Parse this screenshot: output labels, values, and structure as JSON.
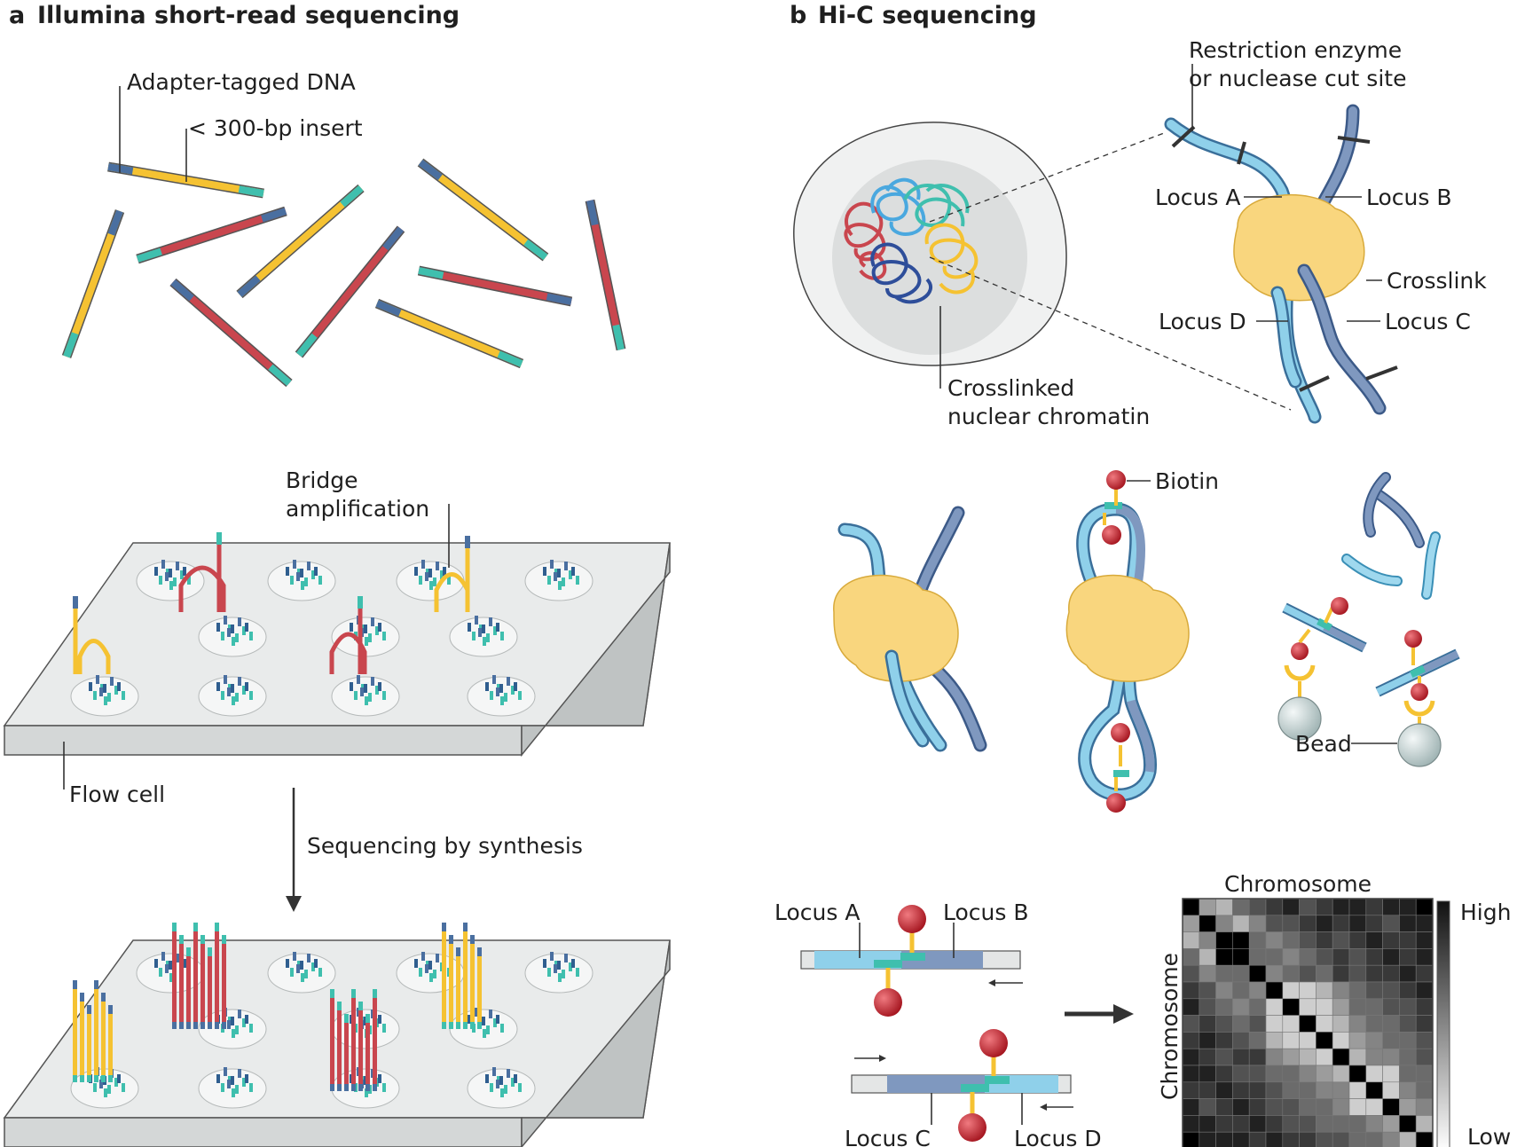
{
  "panel_a": {
    "letter": "a",
    "title": "Illumina short-read sequencing",
    "labels": {
      "adapter": "Adapter-tagged DNA",
      "insert": "< 300-bp insert",
      "bridge_1": "Bridge",
      "bridge_2": "amplification",
      "flow_cell": "Flow cell",
      "sbs": "Sequencing by synthesis"
    }
  },
  "panel_b": {
    "letter": "b",
    "title": "Hi-C sequencing",
    "labels": {
      "restriction_1": "Restriction enzyme",
      "restriction_2": "or nuclease cut site",
      "locus_a": "Locus A",
      "locus_b": "Locus B",
      "locus_c": "Locus C",
      "locus_d": "Locus D",
      "crosslink": "Crosslink",
      "chromatin_1": "Crosslinked",
      "chromatin_2": "nuclear chromatin",
      "biotin": "Biotin",
      "bead": "Bead",
      "chromosome": "Chromosome",
      "high": "High",
      "low": "Low"
    }
  },
  "colors": {
    "adapter_blue": "#4a6fa0",
    "adapter_teal": "#3fbfae",
    "insert_yellow": "#f5c232",
    "insert_red": "#c9464e",
    "locus_light_blue": "#8fd0ea",
    "locus_dark_blue": "#7f98bf",
    "protein_yellow": "#f9d67e",
    "biotin_red": "#c8252f",
    "bead_grey": "#c9d6d6",
    "flow_cell_grey": "#e4e6e6"
  },
  "heatmap": {
    "rows": [
      [
        10,
        4,
        3,
        6,
        7,
        8,
        9,
        7,
        8,
        9,
        9,
        8,
        9,
        9,
        10
      ],
      [
        4,
        10,
        5,
        3,
        5,
        7,
        7,
        8,
        9,
        8,
        9,
        8,
        7,
        9,
        9
      ],
      [
        3,
        5,
        10,
        10,
        6,
        5,
        6,
        7,
        8,
        7,
        8,
        9,
        8,
        8,
        9
      ],
      [
        6,
        3,
        10,
        10,
        6,
        6,
        5,
        6,
        7,
        8,
        7,
        8,
        9,
        8,
        9
      ],
      [
        7,
        5,
        6,
        6,
        10,
        5,
        6,
        7,
        6,
        8,
        7,
        8,
        8,
        9,
        8
      ],
      [
        8,
        7,
        5,
        6,
        5,
        10,
        2,
        2,
        3,
        5,
        6,
        7,
        7,
        8,
        9
      ],
      [
        9,
        7,
        6,
        5,
        6,
        2,
        10,
        2,
        2,
        4,
        6,
        6,
        7,
        7,
        8
      ],
      [
        7,
        8,
        7,
        6,
        7,
        2,
        2,
        10,
        2,
        3,
        5,
        6,
        6,
        7,
        8
      ],
      [
        8,
        9,
        8,
        7,
        6,
        3,
        2,
        2,
        10,
        2,
        4,
        5,
        6,
        6,
        7
      ],
      [
        9,
        8,
        7,
        8,
        8,
        5,
        4,
        3,
        2,
        10,
        3,
        5,
        5,
        6,
        7
      ],
      [
        9,
        9,
        8,
        7,
        7,
        6,
        6,
        5,
        4,
        3,
        10,
        2,
        2,
        6,
        6
      ],
      [
        8,
        8,
        9,
        8,
        8,
        7,
        6,
        6,
        5,
        5,
        2,
        10,
        2,
        5,
        6
      ],
      [
        9,
        7,
        8,
        9,
        8,
        7,
        7,
        6,
        6,
        5,
        2,
        2,
        10,
        4,
        5
      ],
      [
        9,
        9,
        8,
        8,
        9,
        8,
        7,
        7,
        6,
        6,
        6,
        5,
        4,
        10,
        3
      ],
      [
        10,
        9,
        9,
        9,
        8,
        9,
        8,
        8,
        7,
        7,
        6,
        6,
        5,
        3,
        10
      ]
    ]
  }
}
